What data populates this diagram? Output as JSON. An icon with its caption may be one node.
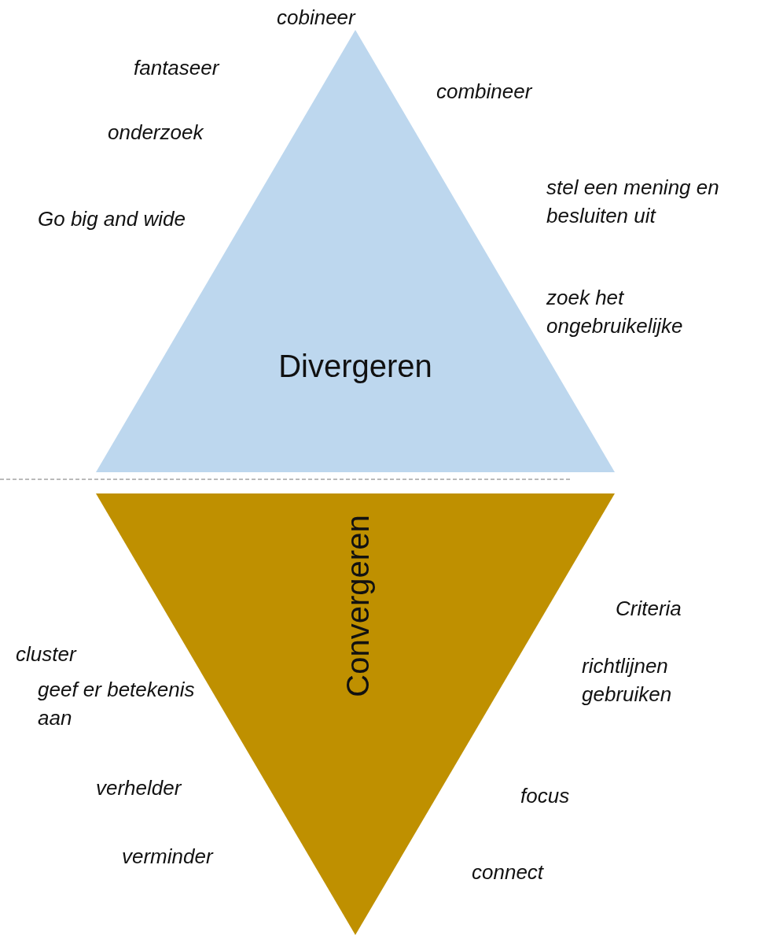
{
  "diagram": {
    "nodes": [
      {
        "text": [
          "Divergeren"
        ]
      },
      {
        "text": [
          "Convergeren"
        ]
      }
    ],
    "labels": [
      "cobineer",
      "fantaseer",
      "combineer",
      "onderzoek",
      "stel een mening en besluiten uit",
      "Go big and wide",
      "zoek het ongebruikelijke",
      "Criteria",
      "cluster",
      "richtlijnen gebruiken",
      "geef er betekenis aan",
      "verhelder",
      "focus",
      "verminder",
      "connect"
    ]
  }
}
